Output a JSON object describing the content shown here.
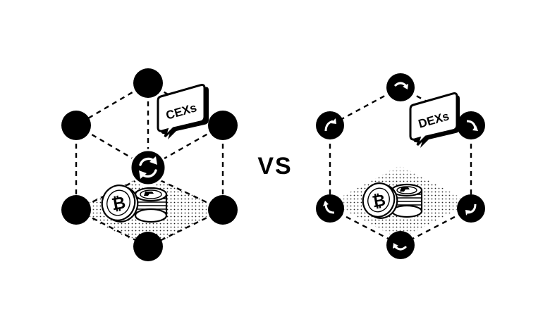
{
  "left_label": "CEXs",
  "middle_label": "VS",
  "right_label": "DEXs",
  "colors": {
    "ink": "#000000",
    "paper": "#ffffff"
  },
  "icons": {
    "hub_node": "swap-arrows-icon",
    "exchange_node": "arrow-icon",
    "coins": "bitcoin-coin-stack-icon",
    "bubble": "speech-bubble-icon"
  }
}
